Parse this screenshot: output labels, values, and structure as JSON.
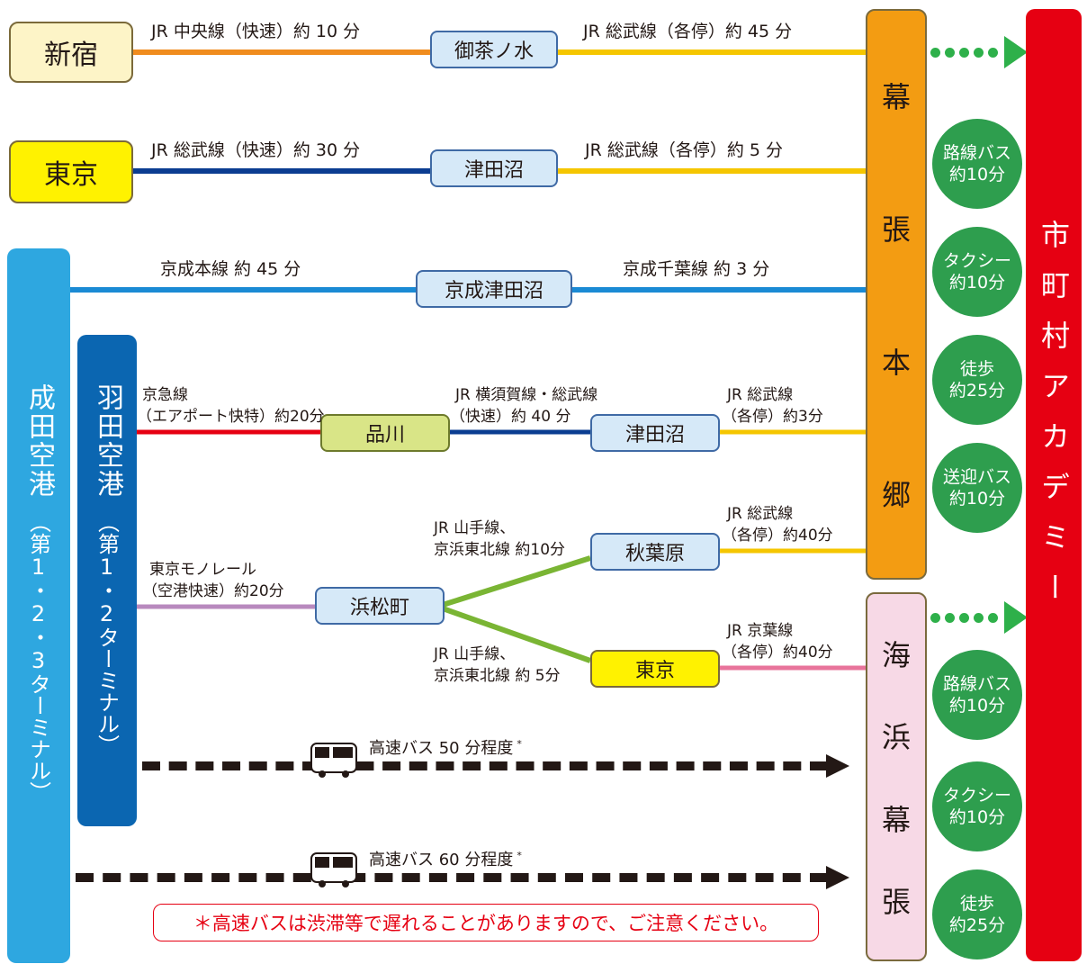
{
  "colors": {
    "chuo": "#f08c1e",
    "sobu_local": "#f5c600",
    "sobu_rapid": "#0b3d91",
    "keisei": "#1a8ad4",
    "keikyu": "#e60012",
    "monorail": "#b889be",
    "yamanote": "#7ab534",
    "keiyo": "#e8749b",
    "makuhari_hongo_bg": "#f39c12",
    "kaihin_makuhari_bg": "#f7d9e6",
    "academy_bg": "#e60012",
    "narita_bg": "#2ea7e0",
    "haneda_bg": "#0b66b1",
    "circle_bg": "#2e9e4e",
    "dot_arrow": "#2eb04a",
    "note_red": "#e60012"
  },
  "origins": {
    "shinjuku": "新宿",
    "tokyo": "東京",
    "narita": {
      "name": "成田空港",
      "terminal": "（第1・2・3ターミナル）"
    },
    "haneda": {
      "name": "羽田空港",
      "terminal": "（第1・2ターミナル）"
    }
  },
  "stations": {
    "ochanomizu": "御茶ノ水",
    "tsudanuma1": "津田沼",
    "keisei_tsudanuma": "京成津田沼",
    "shinagawa": "品川",
    "tsudanuma2": "津田沼",
    "akihabara": "秋葉原",
    "hamamatsucho": "浜松町",
    "tokyo2": "東京"
  },
  "routes": {
    "r1a": "JR 中央線（快速）約 10 分",
    "r1b": "JR 総武線（各停）約 45 分",
    "r2a": "JR 総武線（快速）約 30 分",
    "r2b": "JR 総武線（各停）約 5 分",
    "r3a": "京成本線 約 45 分",
    "r3b": "京成千葉線 約 3 分",
    "r4a_1": "京急線",
    "r4a_2": "（エアポート快特）約20分",
    "r4b_1": "JR 横須賀線・総武線",
    "r4b_2": "（快速）約 40 分",
    "r4c_1": "JR 総武線",
    "r4c_2": "（各停）約3分",
    "r5a_1": "東京モノレール",
    "r5a_2": "（空港快速）約20分",
    "r5b_1": "JR 山手線、",
    "r5b_2": "京浜東北線 約10分",
    "r5c_1": "JR 総武線",
    "r5c_2": "（各停）約40分",
    "r6b_1": "JR 山手線、",
    "r6b_2": "京浜東北線 約 5分",
    "r6c_1": "JR 京葉線",
    "r6c_2": "（各停）約40分",
    "bus1": "高速バス 50 分程度",
    "bus2": "高速バス 60 分程度",
    "asterisk": "*"
  },
  "destinations": {
    "makuhari_hongo": [
      "幕",
      "張",
      "本",
      "郷"
    ],
    "kaihin_makuhari": [
      "海",
      "浜",
      "幕",
      "張"
    ],
    "academy": "市町村アカデミー"
  },
  "access_upper": [
    {
      "l1": "路線バス",
      "l2": "約10分"
    },
    {
      "l1": "タクシー",
      "l2": "約10分"
    },
    {
      "l1": "徒歩",
      "l2": "約25分"
    },
    {
      "l1": "送迎バス",
      "l2": "約10分"
    }
  ],
  "access_lower": [
    {
      "l1": "路線バス",
      "l2": "約10分"
    },
    {
      "l1": "タクシー",
      "l2": "約10分"
    },
    {
      "l1": "徒歩",
      "l2": "約25分"
    }
  ],
  "note": "＊高速バスは渋滞等で遅れることがありますので、ご注意ください。"
}
